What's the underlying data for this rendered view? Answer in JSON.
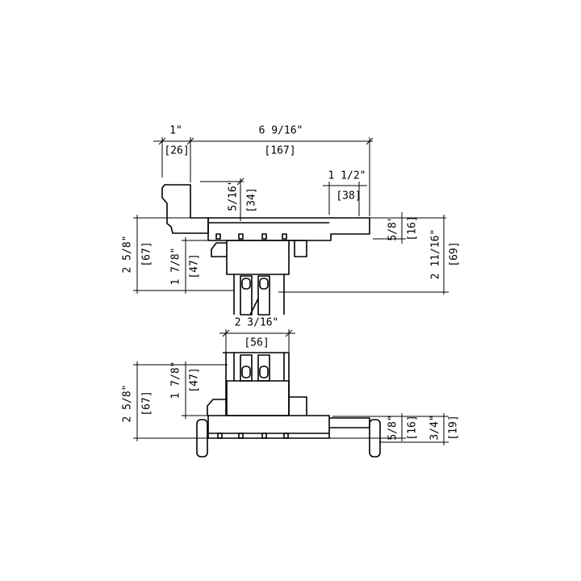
{
  "top_section": {
    "sash_width": {
      "imperial": "1\"",
      "metric": "[26]"
    },
    "overall_width": {
      "imperial": "6 9/16\"",
      "metric": "[167]"
    },
    "right_offset": {
      "imperial": "1 1/2\"",
      "metric": "[38]"
    },
    "step_depth": {
      "imperial": "5/16\"",
      "metric": "[34]"
    },
    "frame_thickness": {
      "imperial": "5/8\"",
      "metric": "[16]"
    },
    "total_height": {
      "imperial": "2 11/16\"",
      "metric": "[69]"
    },
    "left_height": {
      "imperial": "2 5/8\"",
      "metric": "[67]"
    },
    "glazing_height": {
      "imperial": "1 7/8\"",
      "metric": "[47]"
    }
  },
  "glazing_width": {
    "imperial": "2 3/16\"",
    "metric": "[56]"
  },
  "bottom_section": {
    "left_height": {
      "imperial": "2 5/8\"",
      "metric": "[67]"
    },
    "glazing_height": {
      "imperial": "1 7/8\"",
      "metric": "[47]"
    },
    "frame_thickness": {
      "imperial": "5/8\"",
      "metric": "[16]"
    },
    "leg_height": {
      "imperial": "3/4\"",
      "metric": "[19]"
    }
  }
}
